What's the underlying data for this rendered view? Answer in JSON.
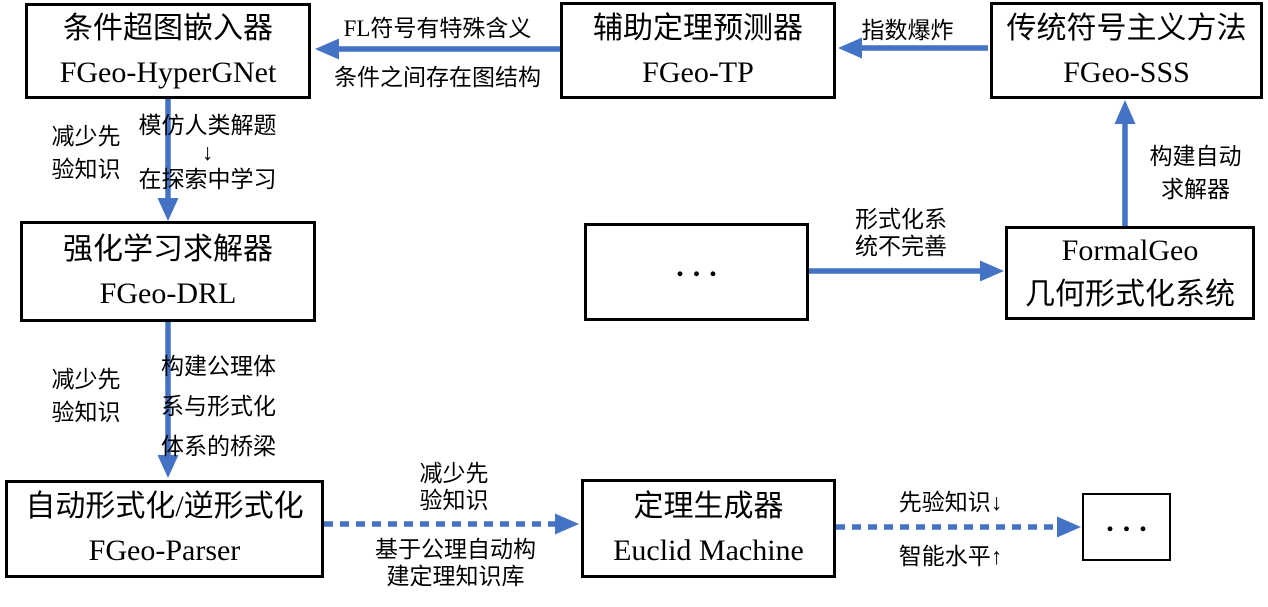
{
  "colors": {
    "arrow": "#4472C4",
    "border": "#000000",
    "text": "#000000",
    "background": "#FFFFFF"
  },
  "boxes": {
    "hypergnet": {
      "line1": "条件超图嵌入器",
      "line2": "FGeo-HyperGNet"
    },
    "tp": {
      "line1": "辅助定理预测器",
      "line2": "FGeo-TP"
    },
    "sss": {
      "line1": "传统符号主义方法",
      "line2": "FGeo-SSS"
    },
    "drl": {
      "line1": "强化学习求解器",
      "line2": "FGeo-DRL"
    },
    "ellipsis_mid": {
      "line1": "..."
    },
    "formalgeo": {
      "line1": "FormalGeo",
      "line2": "几何形式化系统"
    },
    "parser": {
      "line1": "自动形式化/逆形式化",
      "line2": "FGeo-Parser"
    },
    "euclid": {
      "line1": "定理生成器",
      "line2": "Euclid Machine"
    },
    "ellipsis_end": {
      "line1": "..."
    }
  },
  "labels": {
    "fl_meaning": {
      "lines": [
        "FL符号有特殊含义"
      ]
    },
    "graph_structure": {
      "lines": [
        "条件之间存在图结构"
      ]
    },
    "exp_explosion": {
      "lines": [
        "指数爆炸"
      ]
    },
    "reduce_prior_1": {
      "lines": [
        "减少先",
        "验知识"
      ]
    },
    "imitate_human": {
      "lines": [
        "模仿人类解题",
        "↓",
        "在探索中学习"
      ]
    },
    "build_solver": {
      "lines": [
        "构建自动",
        "求解器"
      ]
    },
    "formal_incomplete": {
      "lines": [
        "形式化系",
        "统不完善"
      ]
    },
    "reduce_prior_2": {
      "lines": [
        "减少先",
        "验知识"
      ]
    },
    "bridge": {
      "lines": [
        "构建公理体",
        "系与形式化",
        "体系的桥梁"
      ]
    },
    "reduce_prior_3": {
      "lines": [
        "减少先",
        "验知识"
      ]
    },
    "axiom_kb": {
      "lines": [
        "基于公理自动构",
        "建定理知识库"
      ]
    },
    "prior_down": {
      "lines": [
        "先验知识↓"
      ]
    },
    "intel_up": {
      "lines": [
        "智能水平↑"
      ]
    }
  }
}
